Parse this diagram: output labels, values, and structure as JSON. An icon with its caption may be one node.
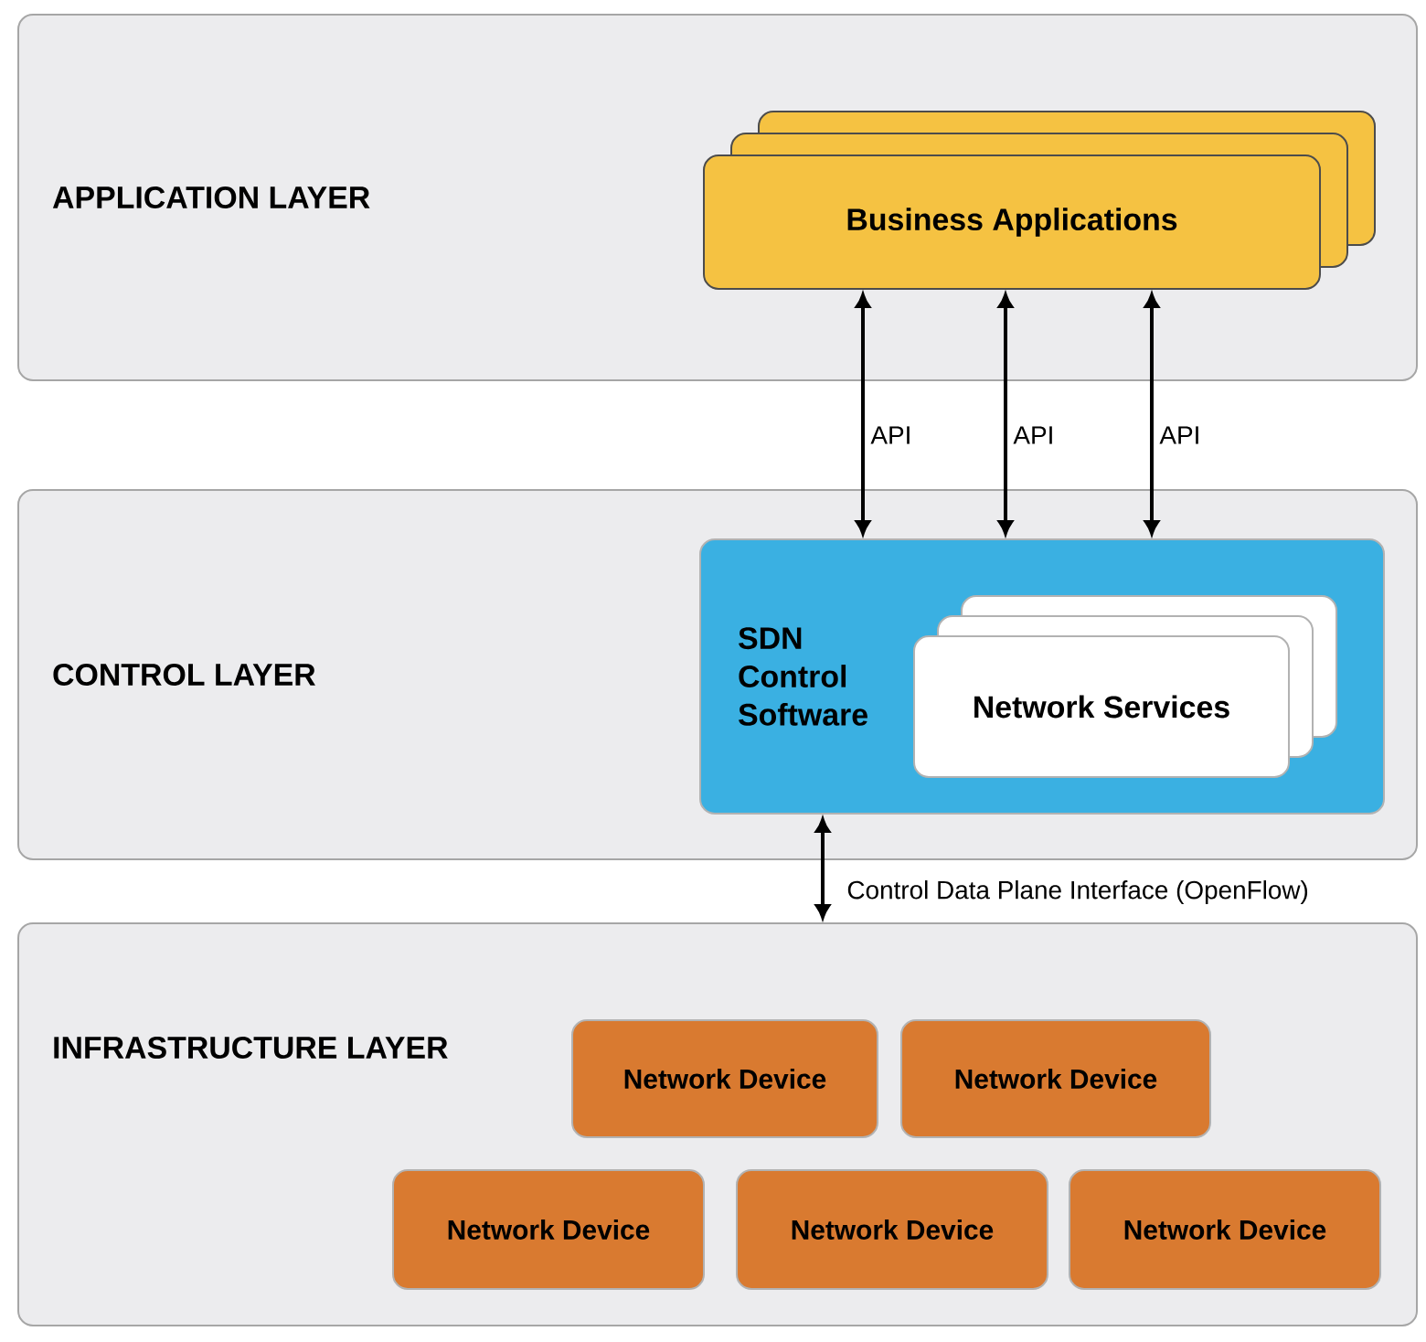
{
  "diagram": {
    "nodes": [
      {
        "text": [
          "APPLICATION LAYER"
        ]
      },
      {
        "text": [
          "Business Applications"
        ],
        "in": 0
      },
      {
        "text": [
          "CONTROL LAYER"
        ]
      },
      {
        "text": [
          "SDN Control Software"
        ],
        "in": 2
      },
      {
        "text": [
          "Network Services"
        ],
        "in": 3
      },
      {
        "text": [
          "INFRASTRUCTURE LAYER"
        ]
      },
      {
        "text": [
          "Network Device"
        ],
        "in": 5
      },
      {
        "text": [
          "Network Device"
        ],
        "in": 5
      },
      {
        "text": [
          "Network Device"
        ],
        "in": 5
      },
      {
        "text": [
          "Network Device"
        ],
        "in": 5
      },
      {
        "text": [
          "Network Device"
        ],
        "in": 5
      }
    ],
    "edges": [
      {
        "from": 1,
        "to": 3,
        "arrow": "both",
        "label": "API"
      },
      {
        "from": 1,
        "to": 3,
        "arrow": "both",
        "label": "API"
      },
      {
        "from": 1,
        "to": 3,
        "arrow": "both",
        "label": "API"
      },
      {
        "from": 3,
        "to": 5,
        "arrow": "both",
        "label": "Control Data Plane Interface (OpenFlow)"
      }
    ]
  }
}
